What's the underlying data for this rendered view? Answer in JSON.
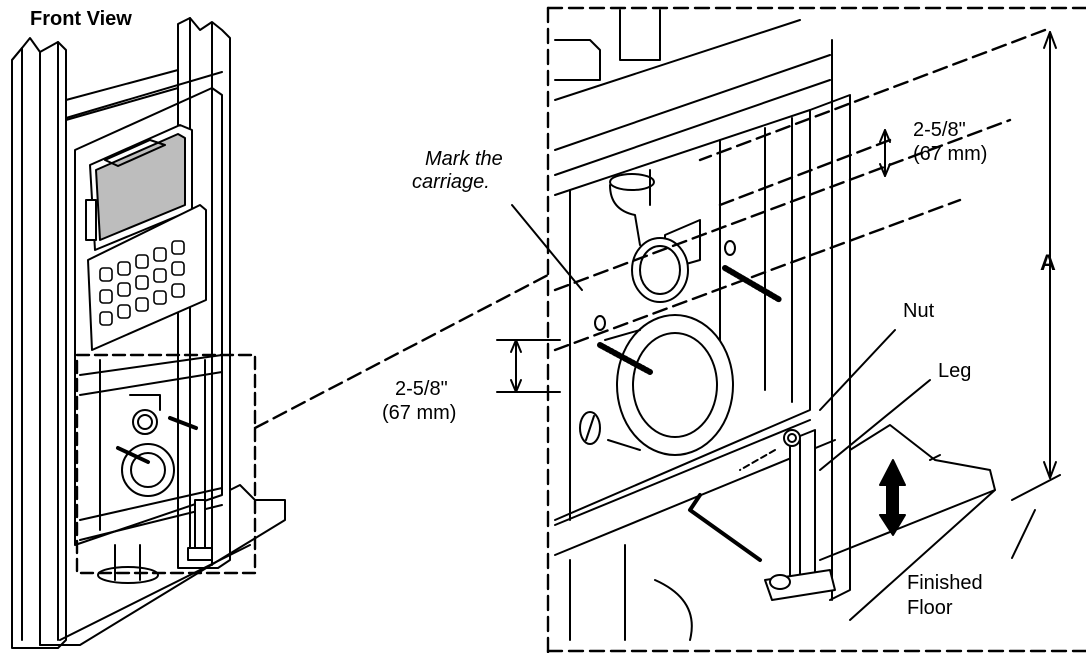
{
  "labels": {
    "front_view": "Front View",
    "mark_line1": "Mark the",
    "mark_line2": "carriage.",
    "dim_right_1": "2-5/8\"",
    "dim_right_2": "(67 mm)",
    "dim_left_1": "2-5/8\"",
    "dim_left_2": "(67 mm)",
    "dim_a": "A",
    "nut": "Nut",
    "leg": "Leg",
    "floor_1": "Finished",
    "floor_2": "Floor"
  },
  "colors": {
    "line": "#000000",
    "fill": "#ffffff",
    "panel": "#bdbdbd"
  }
}
